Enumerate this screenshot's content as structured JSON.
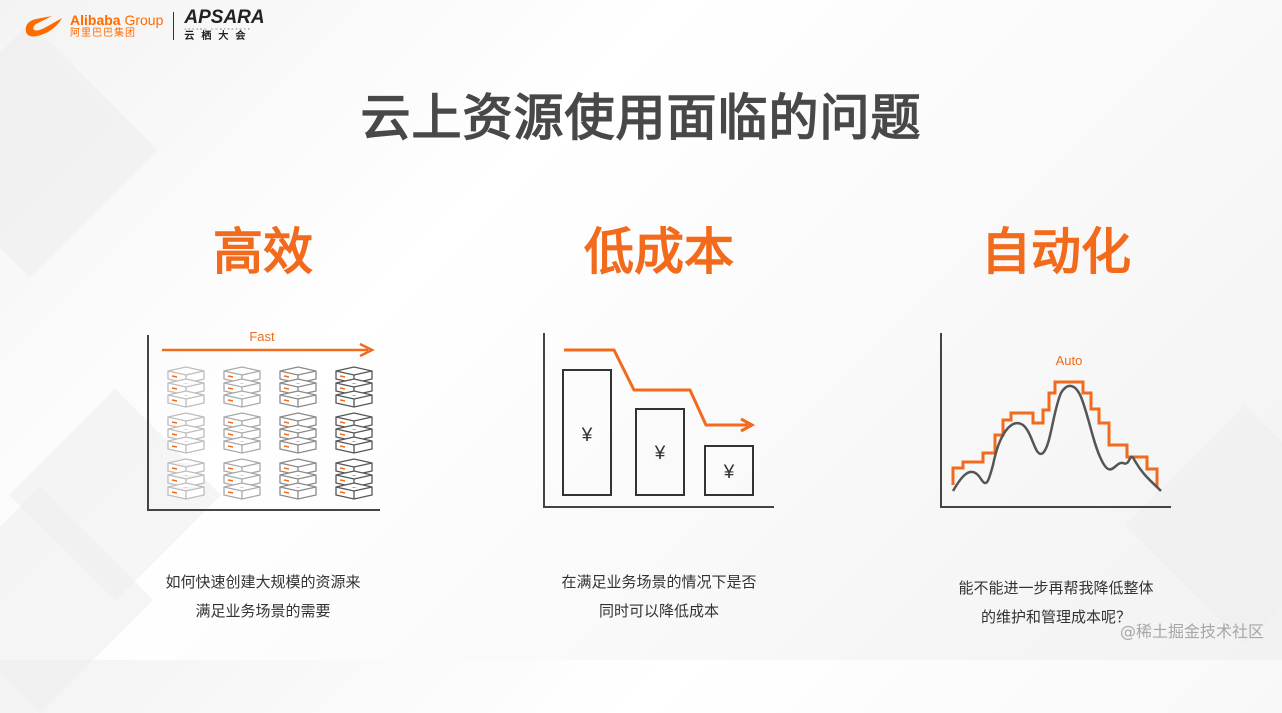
{
  "header": {
    "alibaba_en": "Alibaba",
    "alibaba_group": " Group",
    "alibaba_cn": "阿里巴巴集团",
    "apsara_en": "APSARA",
    "apsara_sub": "APSARA CONFERENCE",
    "apsara_cn": "云栖大会"
  },
  "title": "云上资源使用面临的问题",
  "columns": [
    {
      "heading": "高效",
      "diagram_label": "Fast",
      "desc_line1": "如何快速创建大规模的资源来",
      "desc_line2": "满足业务场景的需要"
    },
    {
      "heading": "低成本",
      "diagram_label": "¥",
      "desc_line1": "在满足业务场景的情况下是否",
      "desc_line2": "同时可以降低成本"
    },
    {
      "heading": "自动化",
      "diagram_label": "Auto",
      "desc_line1": "能不能进一步再帮我降低整体",
      "desc_line2": "的维护和管理成本呢？"
    }
  ],
  "watermark": "@稀土掘金技术社区",
  "colors": {
    "accent": "#f26a1b",
    "title": "#484848",
    "axis": "#444444"
  }
}
